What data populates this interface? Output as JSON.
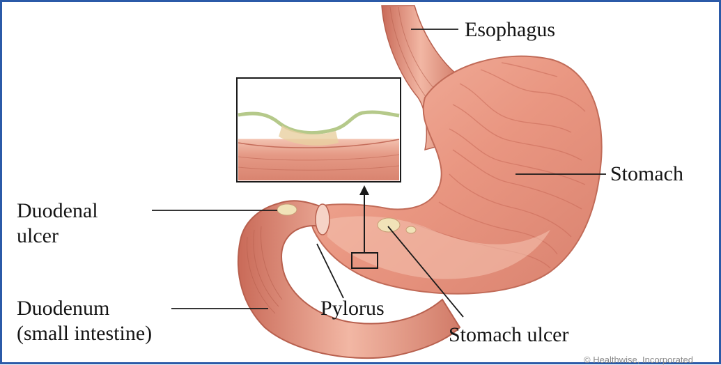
{
  "labels": {
    "esophagus": "Esophagus",
    "stomach": "Stomach",
    "duodenal_ulcer_line1": "Duodenal",
    "duodenal_ulcer_line2": "ulcer",
    "duodenum_line1": "Duodenum",
    "duodenum_line2": "(small intestine)",
    "pylorus": "Pylorus",
    "stomach_ulcer": "Stomach ulcer"
  },
  "credit": "© Healthwise, Incorporated",
  "colors": {
    "frame_border": "#2b5aa8",
    "tissue_outer": "#d9826f",
    "tissue_inner": "#eea895",
    "tissue_highlight": "#f6c9b8",
    "ulcer": "#f1e3b8",
    "callout_lines": "#1a1a1a"
  }
}
